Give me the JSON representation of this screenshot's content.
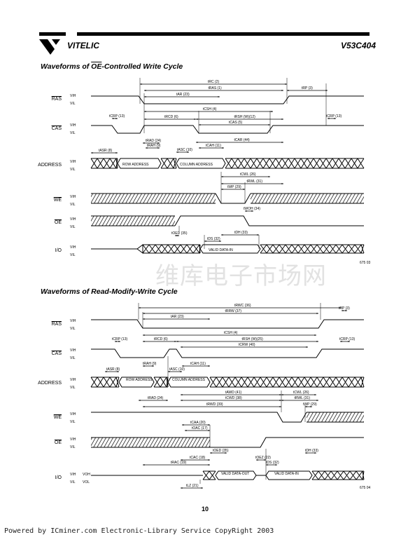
{
  "header": {
    "brand": "VITELIC",
    "part_number": "V53C404"
  },
  "section1": {
    "title_prefix": "Waveforms of ",
    "title_overline": "OE",
    "title_suffix": "-Controlled Write Cycle",
    "signals": [
      "RAS",
      "CAS",
      "ADDRESS",
      "WE",
      "OE",
      "I/O"
    ],
    "boxes": {
      "row": "ROW ADDRESS",
      "col": "COLUMN ADDRESS",
      "data": "VALID DATA-IN"
    },
    "params": [
      "tRC (2)",
      "tRAS (1)",
      "tRP (3)",
      "tAR (23)",
      "tCSH (4)",
      "tCRP (13)",
      "tRCD (6)",
      "tRSH (W)(12)",
      "tCAS (5)",
      "tCRP (13)",
      "tRAD (24)",
      "tCAR (44)",
      "tRAH (9)",
      "tASC (10)",
      "tCAH (11)",
      "tASR (8)",
      "tCWL (26)",
      "tRWL (31)",
      "tWP (29)",
      "tWOH (34)",
      "tOED (35)",
      "tDH (33)",
      "tDS (32)"
    ],
    "figure_number": "675 03"
  },
  "section2": {
    "title": "Waveforms of Read-Modify-Write Cycle",
    "signals": [
      "RAS",
      "CAS",
      "ADDRESS",
      "WE",
      "OE",
      "I/O"
    ],
    "boxes": {
      "row": "ROW ADDRESS",
      "col": "COLUMN ADDRESS",
      "dout": "VALID DATA-OUT",
      "din": "VALID DATA-IN"
    },
    "params": [
      "tRWC (36)",
      "tRP (3)",
      "tRRW (37)",
      "tAR (23)",
      "tCSH (4)",
      "tCRP (13)",
      "tRCD (6)",
      "tRSH (W)(25)",
      "tCRW (40)",
      "tCRP (13)",
      "tRAH (9)",
      "tCAH (11)",
      "tASR (8)",
      "tASC (10)",
      "tAWD (41)",
      "tCWL (26)",
      "tRAD (24)",
      "tCWD (38)",
      "tRWL (31)",
      "tRWD (39)",
      "tWP (29)",
      "tCAA (20)",
      "tOAC (17)",
      "tOED (35)",
      "tDH (33)",
      "tCAC (18)",
      "tOEZ (22)",
      "tRAC (19)",
      "tDS (32)",
      "tLZ (21)"
    ],
    "figure_number": "675 04"
  },
  "levels": {
    "vih": "VIH",
    "vil": "VIL",
    "voh": "VOH",
    "vol": "VOL"
  },
  "page_number": "10",
  "watermark": "维库电子市场网",
  "footer": "Powered by ICminer.com Electronic-Library Service CopyRight 2003"
}
